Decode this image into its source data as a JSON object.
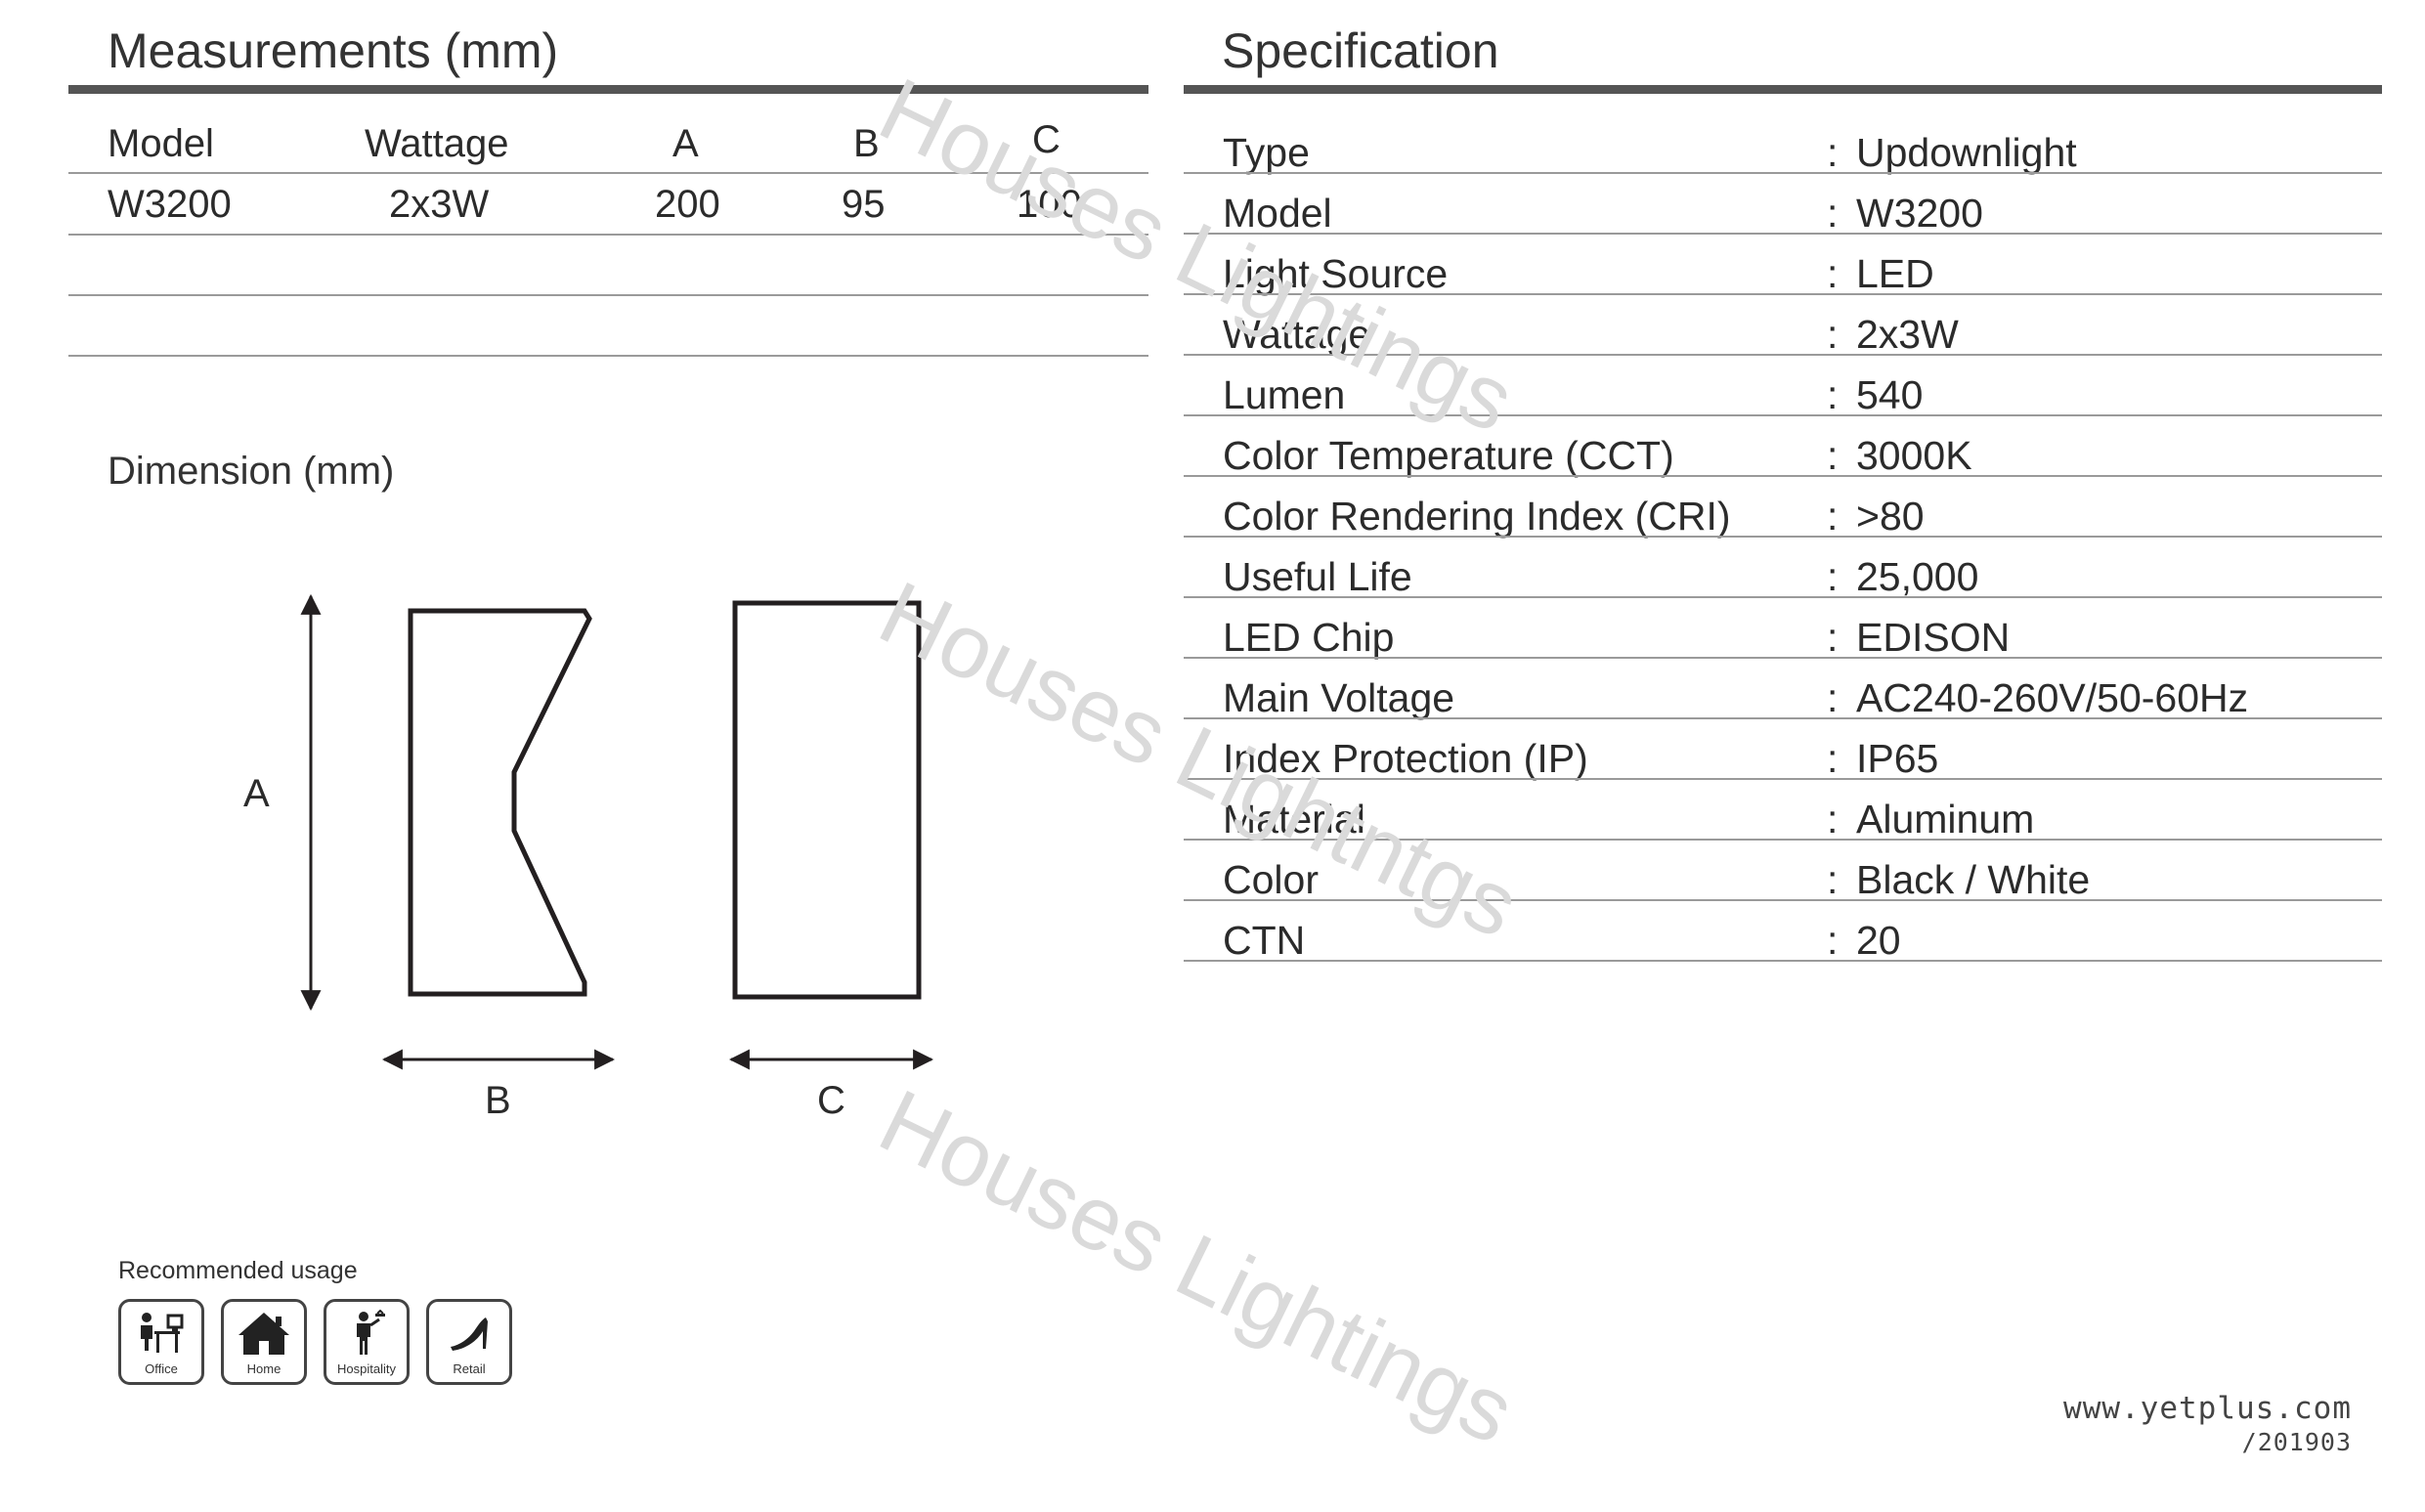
{
  "measurements": {
    "title": "Measurements (mm)",
    "headers": [
      "Model",
      "Wattage",
      "A",
      "B",
      "C"
    ],
    "rows": [
      [
        "W3200",
        "2x3W",
        "200",
        "95",
        "100"
      ]
    ]
  },
  "dimension": {
    "title": "Dimension (mm)",
    "labels": {
      "a": "A",
      "b": "B",
      "c": "C"
    }
  },
  "specification": {
    "title": "Specification",
    "rows": [
      {
        "label": "Type",
        "value": "Updownlight"
      },
      {
        "label": "Model",
        "value": "W3200"
      },
      {
        "label": "Light Source",
        "value": "LED"
      },
      {
        "label": "Wattage",
        "value": "2x3W"
      },
      {
        "label": "Lumen",
        "value": "540"
      },
      {
        "label": "Color Temperature (CCT)",
        "value": "3000K"
      },
      {
        "label": "Color Rendering Index (CRI)",
        "value": ">80"
      },
      {
        "label": "Useful Life",
        "value": "25,000"
      },
      {
        "label": "LED Chip",
        "value": "EDISON"
      },
      {
        "label": "Main Voltage",
        "value": "AC240-260V/50-60Hz"
      },
      {
        "label": "Index Protection (IP)",
        "value": "IP65"
      },
      {
        "label": "Material",
        "value": "Aluminum"
      },
      {
        "label": "Color",
        "value": "Black / White"
      },
      {
        "label": "CTN",
        "value": "20"
      }
    ],
    "separator": ":"
  },
  "usage": {
    "title": "Recommended usage",
    "items": [
      {
        "label": "Office",
        "icon": "office-icon"
      },
      {
        "label": "Home",
        "icon": "home-icon"
      },
      {
        "label": "Hospitality",
        "icon": "hospitality-icon"
      },
      {
        "label": "Retail",
        "icon": "retail-icon"
      }
    ]
  },
  "watermarks": [
    "Houses Lightings",
    "Houses Lightntgs",
    "Houses Lightings"
  ],
  "footer": {
    "url": "www.yetplus.com",
    "code": "/201903"
  }
}
